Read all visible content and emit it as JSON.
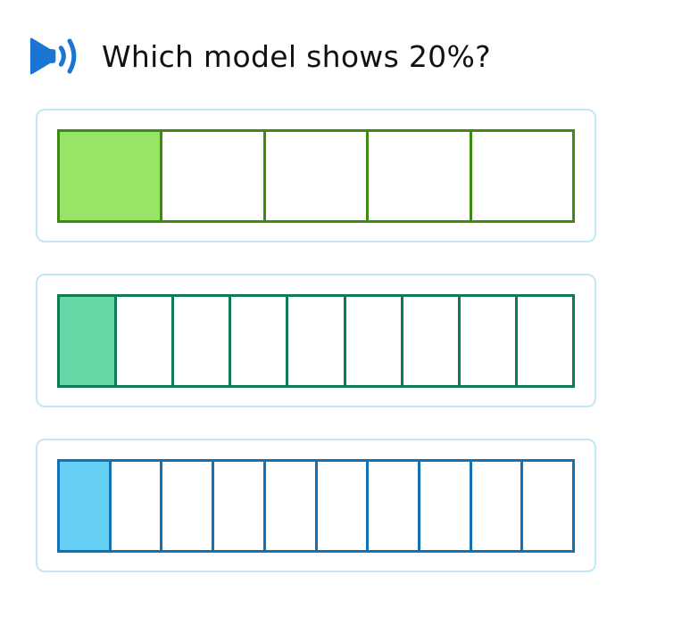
{
  "question": {
    "text": "Which model shows 20%?",
    "audio_icon": "speaker-icon",
    "accent_color": "#1b76d3"
  },
  "card_border_color": "#c3e7f6",
  "options": [
    {
      "name": "model-5-parts-1-shaded",
      "total_segments": 5,
      "filled_segments": 1,
      "fill_color": "#98e466",
      "border_color": "#3f8a14"
    },
    {
      "name": "model-9-parts-1-shaded",
      "total_segments": 9,
      "filled_segments": 1,
      "fill_color": "#64d7a4",
      "border_color": "#0e7b51"
    },
    {
      "name": "model-10-parts-1-shaded",
      "total_segments": 10,
      "filled_segments": 1,
      "fill_color": "#65cff4",
      "border_color": "#1372b5"
    }
  ]
}
